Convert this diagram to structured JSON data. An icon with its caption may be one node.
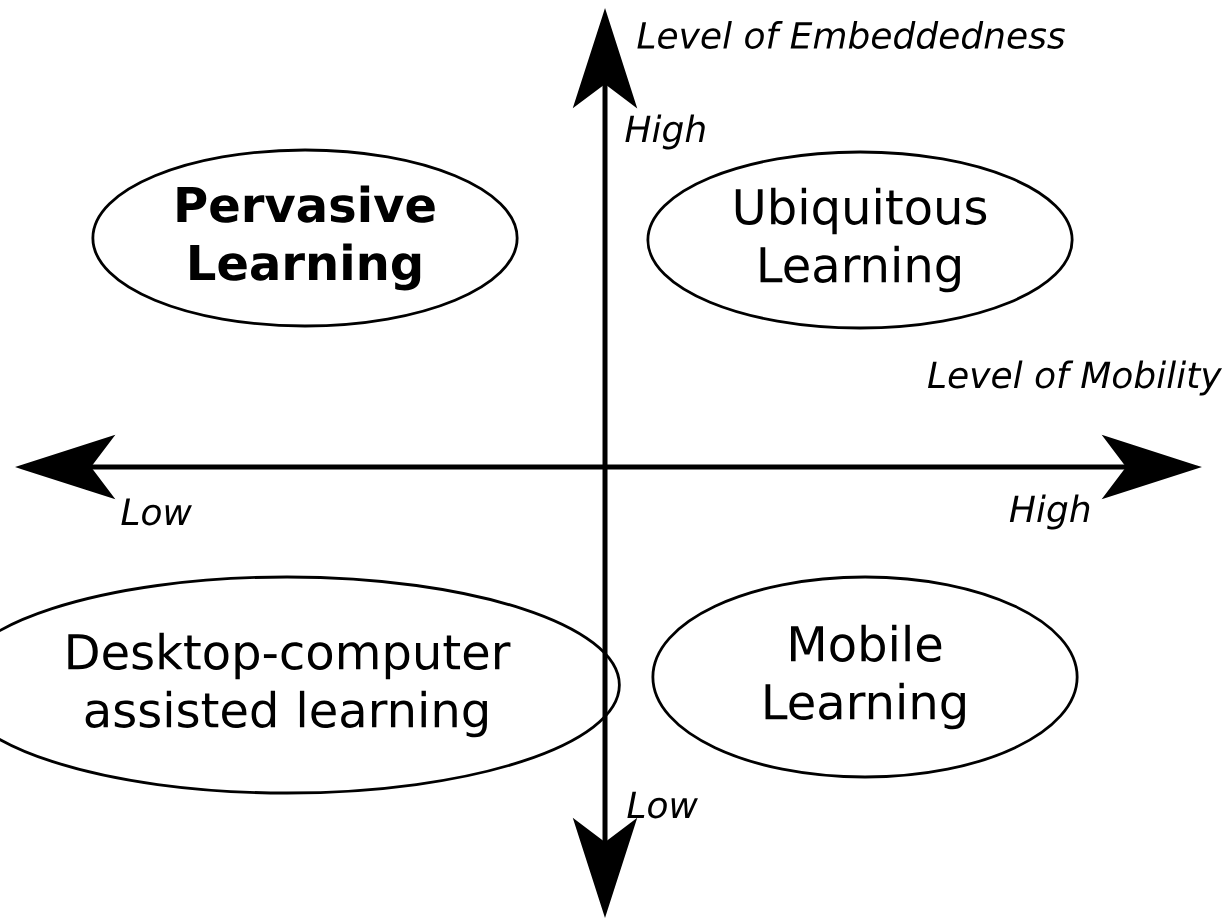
{
  "diagram": {
    "nodes": [
      {
        "text": [
          "Pervasive Learning"
        ]
      },
      {
        "text": [
          "Ubiquitous Learning"
        ]
      },
      {
        "text": [
          "Desktop-computer assisted learning"
        ]
      },
      {
        "text": [
          "Mobile Learning"
        ]
      }
    ],
    "labels": [
      "Level of Embeddedness",
      "High",
      "Level of Mobility",
      "Low",
      "High",
      "Low"
    ]
  }
}
